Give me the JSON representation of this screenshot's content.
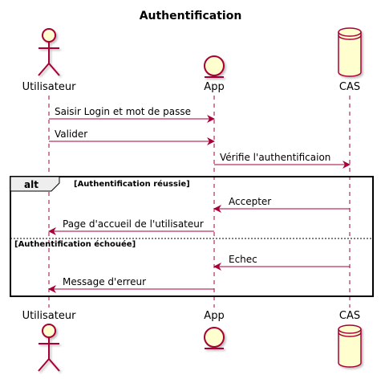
{
  "diagram": {
    "title": "Authentification",
    "participants": [
      {
        "label": "Utilisateur",
        "icon": "actor-icon"
      },
      {
        "label": "App",
        "icon": "entity-icon"
      },
      {
        "label": "CAS",
        "icon": "database-icon"
      }
    ],
    "messages": [
      {
        "label": "Saisir Login et mot de passe",
        "from": "Utilisateur",
        "to": "App"
      },
      {
        "label": "Valider",
        "from": "Utilisateur",
        "to": "App"
      },
      {
        "label": "Vérifie l'authentificaion",
        "from": "App",
        "to": "CAS"
      },
      {
        "label": "Accepter",
        "from": "CAS",
        "to": "App"
      },
      {
        "label": "Page d'accueil de l'utilisateur",
        "from": "App",
        "to": "Utilisateur"
      },
      {
        "label": "Echec",
        "from": "CAS",
        "to": "App"
      },
      {
        "label": "Message d'erreur",
        "from": "App",
        "to": "Utilisateur"
      }
    ],
    "alt": {
      "keyword": "alt",
      "guard1": "[Authentification réussie]",
      "guard2": "[Authentification échouée]"
    },
    "colors": {
      "participant_fill": "#FEFECE",
      "participant_border": "#A80036",
      "lifeline": "#A80036",
      "arrow": "#A80036",
      "frame": "#000000",
      "shadow": "#C8C8C8"
    }
  }
}
